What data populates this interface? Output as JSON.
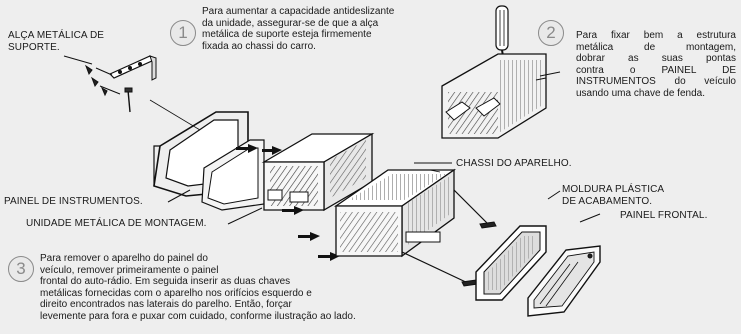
{
  "labels": {
    "alca": [
      "ALÇA METÁLICA DE",
      "SUPORTE."
    ],
    "painel_instrumentos": "PAINEL DE INSTRUMENTOS.",
    "unidade_metalica": "UNIDADE METÁLICA DE MONTAGEM.",
    "chassi": "CHASSI DO APARELHO.",
    "moldura": [
      "MOLDURA PLÁSTICA",
      "DE ACABAMENTO."
    ],
    "painel_frontal": "PAINEL FRONTAL."
  },
  "steps": [
    {
      "number": "1",
      "lines": [
        "Para aumentar  a capacidade antideslizante",
        "da unidade, assegurar-se de que a alça",
        "metálica de suporte esteja firmemente",
        "fixada ao chassi do carro."
      ]
    },
    {
      "number": "2",
      "lines": [
        "Para fixar bem a estrutura",
        "metálica de montagem,",
        "dobrar as suas pontas",
        "contra o PAINEL DE",
        "INSTRUMENTOS do veículo",
        "usando uma chave de fenda."
      ]
    },
    {
      "number": "3",
      "lines": [
        "Para remover o aparelho do painel do",
        "veículo, remover primeiramente o painel",
        "frontal do auto-rádio. Em seguida inserir as  duas chaves",
        "metálicas fornecidas com o aparelho nos orifícios esquerdo e",
        "direito encontrados nas laterais do parelho. Então, forçar",
        "levemente para fora e puxar com cuidado, conforme ilustração ao lado."
      ]
    }
  ]
}
